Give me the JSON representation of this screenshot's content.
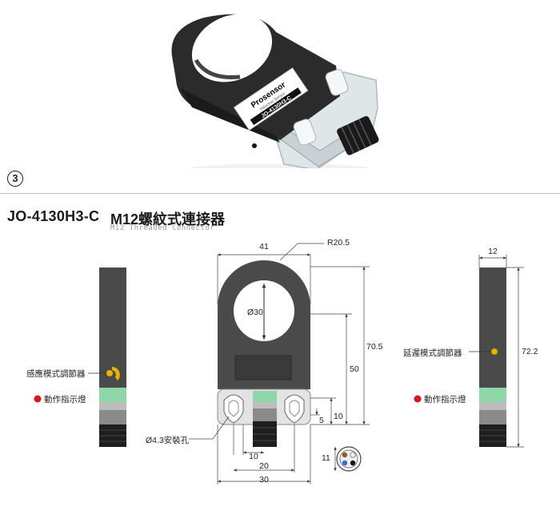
{
  "section": {
    "number": "3"
  },
  "product": {
    "model": "JO-4130H3-C",
    "connector_name": "M12螺紋式連接器",
    "connector_subtitle": "M12 Threaded Connector",
    "label_brand": "Prosensor",
    "label_small": "Inductive Sensor",
    "label_model": "JO-4130H3-C"
  },
  "dimensions": {
    "width": "41",
    "radius": "R20.5",
    "bore": "Ø30",
    "height": "70.5",
    "center_height": "50",
    "dim_10_side": "10",
    "dim_5": "5",
    "hole_span_inner": "10",
    "hole_span_mid": "20",
    "base_width": "30",
    "thickness": "12",
    "side_height": "72.2",
    "connector_size": "11",
    "mount_hole": "Ø4.3安裝孔"
  },
  "labels": {
    "left_adjuster": "感應模式調節器",
    "left_indicator": "動作指示燈",
    "right_adjuster": "延遲模式調節器",
    "right_indicator": "動作指示燈"
  },
  "colors": {
    "body": "#4a4a4a",
    "indicator_green": "#8fd6a8",
    "adjuster_yellow": "#e8b400",
    "indicator_dot": "#d9141c"
  }
}
